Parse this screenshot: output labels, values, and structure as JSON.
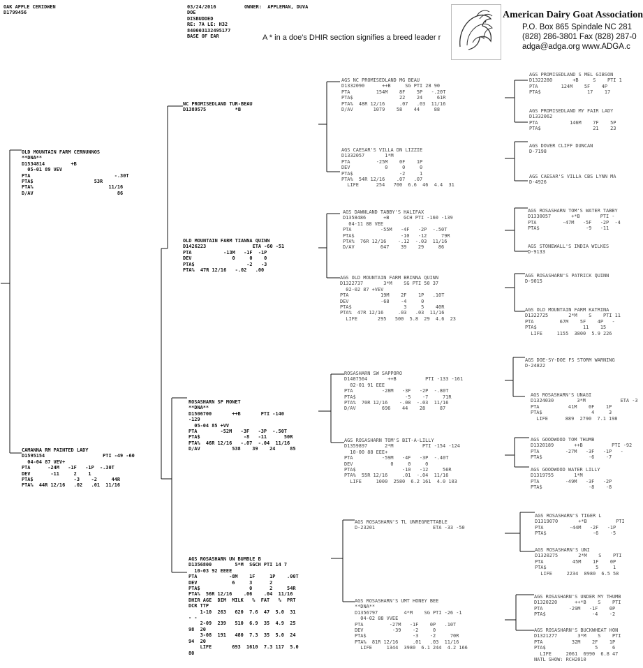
{
  "header": {
    "animal_lines": [
      "OAK APPLE CERIDWEN",
      "D1799456"
    ],
    "date_lines": [
      "03/24/2016",
      "DOE",
      "DISBUDDED",
      "RE: 7A LE: H32",
      "840003132495177",
      "BASE OF EAR"
    ],
    "owner_label": "OWNER:",
    "owner_name": "APPLEMAN, DUVA",
    "notice": "A * in a doe's  DHIR section  signifies a breed leader r",
    "association": "American Dairy Goat Association",
    "contact_1": "P.O. Box 865    Spindale NC 281",
    "contact_2": "(828) 286-3801   Fax (828) 287-0",
    "contact_3": "adga@adga.org   www.ADGA.c"
  },
  "pedigree": {
    "sire": [
      "OLD MOUNTAIN FARM CERNUNNOS",
      "**DNA**",
      "D1534814         +B",
      "  05-01 89 VEV",
      "PTA                             -.30T",
      "PTA$                     53R",
      "PTA%                          11/16",
      "D/AV                             86"
    ],
    "dam": [
      "CAMANNA RM PAINTED LADY",
      "D1595154                    PTI -49 -60",
      "  04-04 87 VEV+",
      "PTA      -24M   -1F   -1P  -.30T",
      "DEV       -11     2    1",
      "PTA$              -3    -2     44R",
      "PTA%  44R 12/16   .02   .01  11/16"
    ],
    "ss": [
      "NC PROMISEDLAND TUR-BEAU",
      "D1389575          *B"
    ],
    "sd": [
      "OLD MOUNTAIN FARM TIANNA QUINN",
      "D1426223                ETA -60 -51",
      "PTA           -13M   -1F  -1P",
      "DEV              0     0    0",
      "PTA$                  -2   -3",
      "PTA%  47R 12/16   -.02   .00"
    ],
    "ds": [
      "ROSASHARN SP MONET",
      "**DNA**",
      "D1506700       ++B       PTI -140",
      "-129",
      "  05-04 85 +VV",
      "PTA        -52M   -3F   -3P  -.50T",
      "PTA$               -8   -11      50R",
      "PTA%  46R 12/16   -.07  -.04  11/16",
      "D/AV           538    39    24     85"
    ],
    "dd": [
      "AGS ROSASHARN UN BUMBLE B",
      "D1356800        5*M  SGCH PTI 14 7",
      "  10-03 92 EEEE",
      "PTA           -8M    1F     1P    .00T",
      "DEV            6     3      2",
      "PTA$                 0      2     54R",
      "PTA%  56R 12/16    .06    .04  11/16",
      "DHIR AGE  DIM  MILK   %  FAT   %  PRT",
      "DCR TTP",
      "    1-10  263   620  7.6  47  5.0  31",
      "- -",
      "    2-09  239   510  6.9  35  4.9  25",
      "98  20",
      "    3-08  191   480  7.3  35  5.0  24",
      "94  20",
      "    LIFE       693  1610  7.3 117  5.0",
      "80"
    ],
    "sss": [
      "AGS NC PROMISEDLAND MG BEAU",
      "D1332090      ++B     SG PTI 28 90",
      "PTA         154M    8F    5P   -.20T",
      "PTA$                22    24     61R",
      "PTA%  48R 12/16     .07   .03  11/16",
      "D/AV       1079    58    44     88"
    ],
    "ssd": [
      "AGS CAESAR'S VILLA DN LIZZIE",
      "D1332057       1*M",
      "PTA         -25M    0F    1P",
      "DEV            0     0     0",
      "PTA$                -2     1",
      "PTA%  54R 12/16    .07   .07",
      "  LIFE      254   700  6.6  46  4.4  31"
    ],
    "sds": [
      "AGS DAWNLAND TABBY'S HALIFAX",
      "D1358486      +B     GCH PTI -160 -139",
      "  04-11 88 VEE",
      "PTA          -55M   -4F   -2P  -.50T",
      "PTA$                -10   -12     79R",
      "PTA%  76R 12/16    -.12  -.03  11/16",
      "D/AV         647    39    29     86"
    ],
    "sdd": [
      "AGS OLD MOUNTAIN FARM BRINNA QUINN",
      "D1322737       3*M    SG PTI 50 37",
      "  02-02 87 +VEV",
      "PTA           19M    2F    1P   .10T",
      "DEV           -68    -4     0",
      "PTA$                  3     5    40R",
      "PTA%  47R 12/16     .03   .03  11/16",
      "  LIFE       295   500  5.8  29  4.6  23"
    ],
    "dss": [
      "ROSASHARN SW SAPPORO",
      "D1407564       ++B          PTI -133 -161",
      "  02-01 91 EEE",
      "PTA          -28M   -3F   -2P  -.80T",
      "PTA$                 -5    -7     71R",
      "PTA%  70R 12/16    -.08  -.03  11/16",
      "D/AV         696    44    28     87"
    ],
    "dsd": [
      "AGS ROSASHARN TOM'S BIT-A-LILLY",
      "D1359897      2*M          PTI -154 -124",
      "  10-00 88 EEE+",
      "PTA          -59M   -4F   -3P  -.40T",
      "DEV             0     0     0",
      "PTA$                -10   -12     56R",
      "PTA%  55R 12/16     .01  -.04  11/16",
      "  LIFE     1000  2580  6.2 161  4.0 103"
    ],
    "dds": [
      "AGS ROSASHARN'S TL UNREGRETTABLE",
      "D-23201                    ETA -33 -50"
    ],
    "ddd": [
      "AGS ROSASHARN'S UMT HONEY BEE",
      "**DNA**",
      "D1356797         4*M    SG PTI -26 -1",
      "  04-02 88 VVEE",
      "PTA         -27M   -1F    0P   .10T",
      "DEV          -39    -2     0",
      "PTA$                -3    -2     70R",
      "PTA%  81R 12/16     .01   .03  11/16",
      "  LIFE     1344  3980  6.1 244  4.2 166"
    ],
    "g1": [
      "AGS PROMISEDLAND S MEL GIBSON",
      "D1322280       +B     S    PTI 1",
      "PTA        124M    5F    4P",
      "PTA$                17    17"
    ],
    "g2": [
      "AGS PROMISEDLAND MY FAIR LADY",
      "D1332062",
      "PTA           146M    7F    5P",
      "PTA$                  21    23"
    ],
    "g3": [
      "AGS DOVER CLIFF DUNCAN",
      "D-7198"
    ],
    "g4": [
      "AGS CAESAR'S VILLA CBS LYNN MA",
      "D-4926"
    ],
    "g5": [
      "AGS ROSASHARN TOM'S WATER TABBY",
      "D1330057       +*B       PTI -",
      "PTA         -47M   -5F   -2P  -4",
      "PTA$                -9   -11"
    ],
    "g6": [
      "AGS STONEWALL'S INDIA WILKES",
      "D-9133"
    ],
    "g7": [
      "AGS ROSASHARN'S PATRICK QUINN",
      "D-9015"
    ],
    "g8": [
      "AGS OLD MOUNTAIN FARM KATRINA",
      "D1322725       2*M    S    PTI 11",
      "PTA         67M    5F    4P   -",
      "PTA$                11    15",
      "  LIFE     1155  3800  5.9 226"
    ],
    "g9": [
      "AGS DOE-SY-DOE FS STORM WARNING",
      "D-24822"
    ],
    "g10": [
      "AGS ROSASHARN'S UNAGI",
      "D1324030        3*M            ETA -3",
      "PTA          41M    0F    1P",
      "PTA$                 4     3",
      "  LIFE      889  2790  7.1 198"
    ],
    "g11": [
      "AGS GOODWOOD TOM THUMB",
      "D1320189       ++B          PTI -92",
      "PTA         -27M   -3F   -1P   -",
      "PTA$                -6    -7"
    ],
    "g12": [
      "AGS GOODWOOD WATER LILLY",
      "D1319755       1*M",
      "PTA         -49M   -3F   -2P",
      "PTA$                -8    -8"
    ],
    "g13": [
      "AGS ROSASHARN'S TIGER L",
      "D1319070       +*B          PTI",
      "PTA         -44M   -2F   -1P",
      "PTA$                -6    -5"
    ],
    "g14": [
      "AGS ROSASHARN'S UNI",
      "D1320275       2*M    S    PTI",
      "PTA          45M    1F    0P",
      "PTA$                 5     1",
      "  LIFE     2234  8980  6.5 58"
    ],
    "g15": [
      "AGS ROSASHARN'S UNDER MY THUMB",
      "D1320220      ++*B    S    PTI",
      "PTA         -29M   -1F    0P",
      "PTA$                -4    -2"
    ],
    "g16": [
      "AGS ROSASHARN'S BUCKWHEAT HON",
      "D1321277       3*M    S    PTI",
      "PTA          32M    2F    1P",
      "PTA$                 5     6",
      "  LIFE     2061  6990  6.8 47",
      "NATL SHOW: RCH2010"
    ]
  }
}
